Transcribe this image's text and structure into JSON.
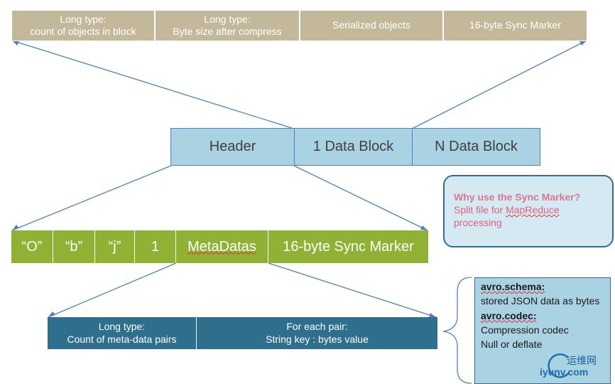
{
  "block_detail": {
    "cells": [
      "Long type:\ncount of objects in block",
      "Long type:\nByte size after compress",
      "Serialized objects",
      "16-byte Sync Marker"
    ]
  },
  "file_layout": {
    "cells": [
      "Header",
      "1 Data Block",
      "N Data Block"
    ]
  },
  "header_layout": {
    "cells": [
      "“O”",
      "“b”",
      "“j”",
      "1",
      "MetaDatas",
      "16-byte Sync Marker"
    ]
  },
  "metadata_layout": {
    "cells": [
      "Long type:\nCount of meta-data pairs",
      "For each pair:\nString key :  bytes value"
    ]
  },
  "sync_callout": {
    "question": "Why use the Sync Marker?",
    "answer_prefix": "Split file for ",
    "answer_link": "MapReduce",
    "answer_suffix": "processing"
  },
  "keys_box": {
    "schema_key": "avro.schema:",
    "schema_desc": "stored JSON data as bytes",
    "codec_key": "avro.codec:",
    "codec_line1": "Compression codec",
    "codec_line2": "Null or deflate"
  },
  "watermark": {
    "top": "运维网",
    "bottom": "iyunv.com"
  },
  "colors": {
    "tan": "#c3b99a",
    "light_blue": "#a9d2e3",
    "green": "#8fb235",
    "teal": "#2e6f8e",
    "outline": "#4f81bd"
  }
}
